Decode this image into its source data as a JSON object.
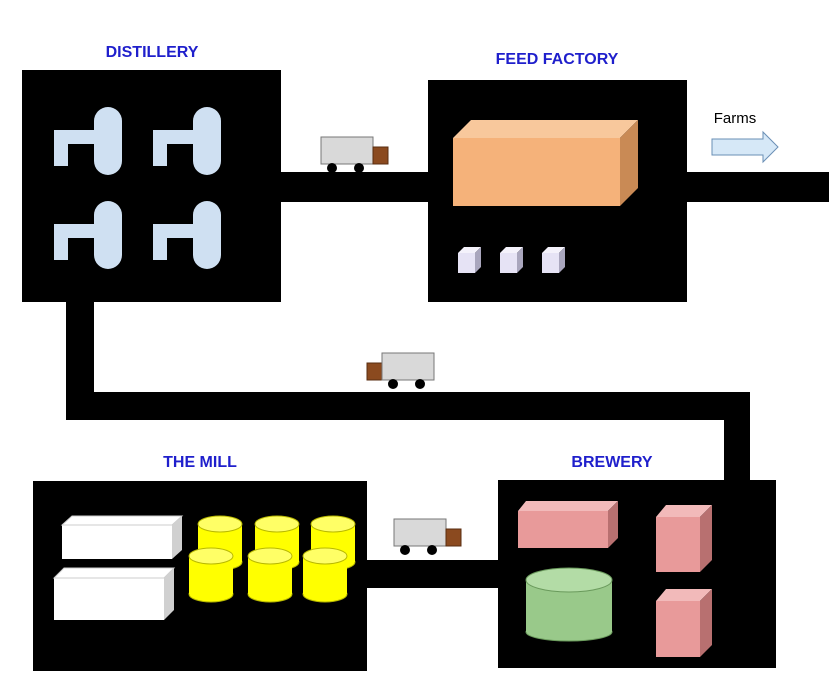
{
  "buildings": {
    "distillery": {
      "label": "DISTILLERY"
    },
    "feed_factory": {
      "label": "FEED FACTORY"
    },
    "mill": {
      "label": "THE MILL"
    },
    "brewery": {
      "label": "BREWERY"
    }
  },
  "exit_arrow": {
    "label": "Farms"
  },
  "colors": {
    "label_blue": "#1f1fcc",
    "box_black": "#000000",
    "distillery_still": "#cfe0f2",
    "feed_block": "#f5b27a",
    "feed_small": "#e6e3f5",
    "mill_sack": "#ffffff",
    "mill_drum": "#ffff00",
    "brewery_block": "#e89a9a",
    "brewery_tank": "#99c98a",
    "truck_body": "#d9d9d9",
    "truck_cab": "#8b4a1f",
    "arrow_fill": "#d6e8f7"
  }
}
